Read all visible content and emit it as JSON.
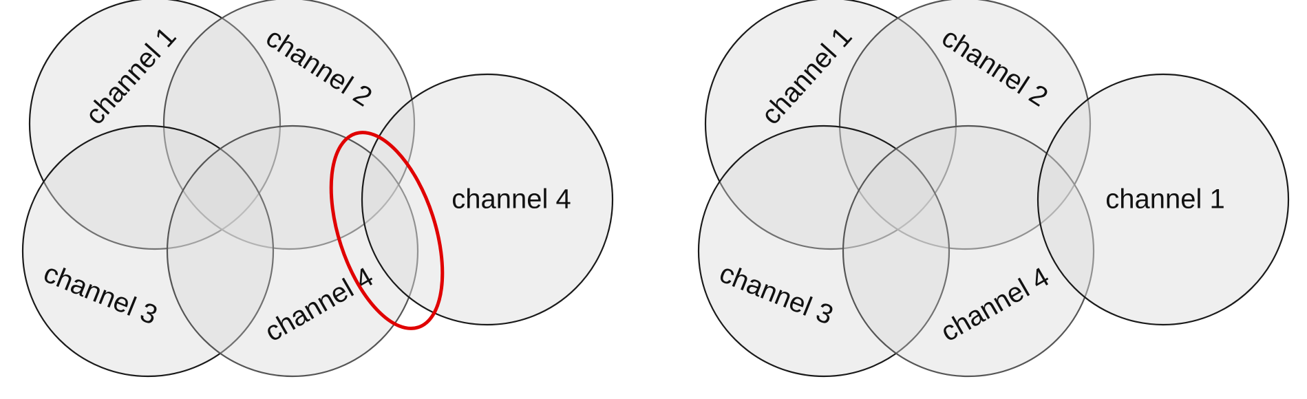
{
  "diagrams": [
    {
      "labels": {
        "top_left": "channel 1",
        "top_middle": "channel 2",
        "bottom_left": "channel 3",
        "bottom_middle": "channel 4",
        "right": "channel 4"
      },
      "highlight_color": "#e00000"
    },
    {
      "labels": {
        "top_left": "channel 1",
        "top_middle": "channel 2",
        "bottom_left": "channel 3",
        "bottom_middle": "channel 4",
        "right": "channel 1"
      }
    }
  ],
  "colors": {
    "circle_fill": "#dcdcdc",
    "circle_stroke": "#1a1a1a"
  }
}
